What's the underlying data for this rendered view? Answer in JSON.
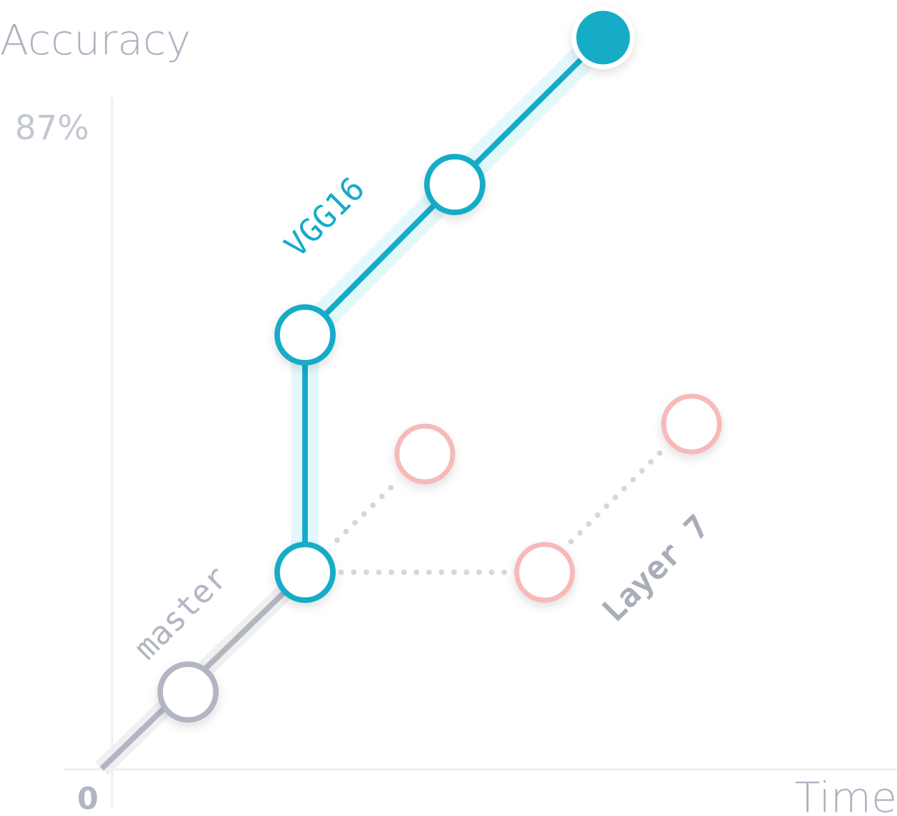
{
  "axes": {
    "y_title": "Accuracy",
    "x_title": "Time",
    "y_top_tick": "87%",
    "origin_tick": "0"
  },
  "branches": {
    "master": "master",
    "vgg16": "VGG16",
    "layer7": "Layer 7"
  },
  "colors": {
    "vgg16": "#14acc8",
    "vgg16_halo": "#e4f8fb",
    "master": "#b2b6c2",
    "layer7": "#f7b9b9",
    "dotted": "#d5d7df",
    "axis": "#eceef1"
  }
}
